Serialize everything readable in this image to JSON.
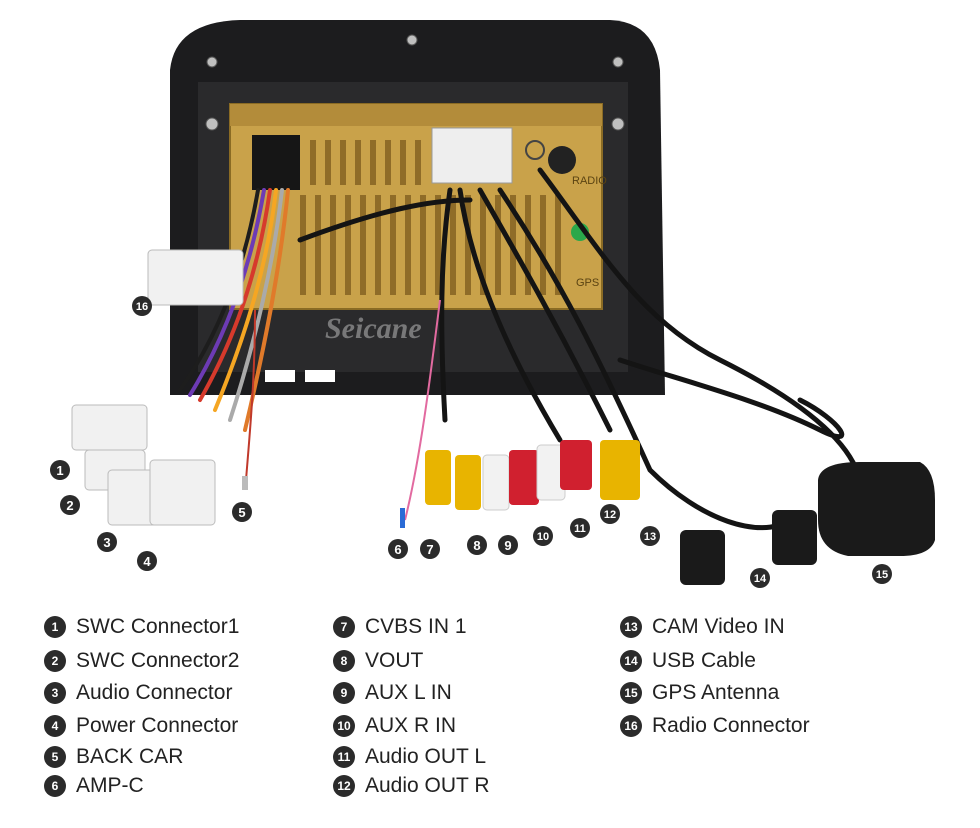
{
  "watermark": "Seicane",
  "unit_labels": {
    "radio": "RADIO",
    "gps": "GPS"
  },
  "callouts": [
    "1",
    "2",
    "3",
    "4",
    "5",
    "6",
    "7",
    "8",
    "9",
    "10",
    "11",
    "12",
    "13",
    "14",
    "15",
    "16"
  ],
  "legend": [
    {
      "num": "1",
      "label": "SWC Connector1"
    },
    {
      "num": "2",
      "label": "SWC Connector2"
    },
    {
      "num": "3",
      "label": "Audio Connector"
    },
    {
      "num": "4",
      "label": "Power Connector"
    },
    {
      "num": "5",
      "label": "BACK CAR"
    },
    {
      "num": "6",
      "label": "AMP-C"
    },
    {
      "num": "7",
      "label": "CVBS IN 1"
    },
    {
      "num": "8",
      "label": "VOUT"
    },
    {
      "num": "9",
      "label": "AUX L IN"
    },
    {
      "num": "10",
      "label": "AUX R IN"
    },
    {
      "num": "11",
      "label": "Audio OUT L"
    },
    {
      "num": "12",
      "label": "Audio OUT R"
    },
    {
      "num": "13",
      "label": "CAM Video IN"
    },
    {
      "num": "14",
      "label": "USB Cable"
    },
    {
      "num": "15",
      "label": "GPS Antenna"
    },
    {
      "num": "16",
      "label": "Radio Connector"
    }
  ],
  "colors": {
    "housing": "#1c1c1e",
    "chassis": "#c9a24a",
    "rca_yellow": "#e8b400",
    "rca_white": "#f2f2f2",
    "rca_red": "#d0202f",
    "badge": "#2b2b2b"
  }
}
